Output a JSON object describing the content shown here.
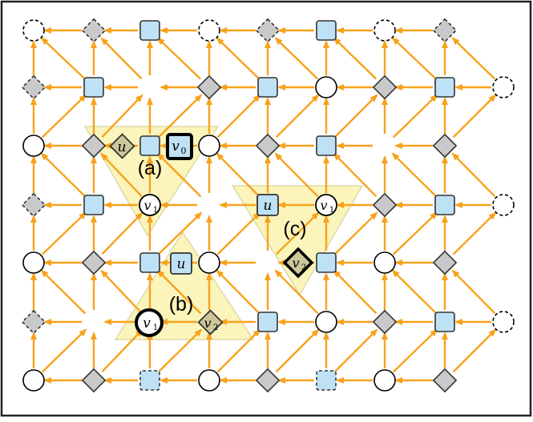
{
  "colors": {
    "arrow": "#f7a21b",
    "square_fill": "#bfe1f5",
    "diamond_fill": "#c9c9c9",
    "circle_fill": "#ffffff",
    "region_fill": "#fbf3b0",
    "region_stroke": "#d9d39a",
    "highlight_diamond": "#ccc69a",
    "border": "#222222"
  },
  "nodes": {
    "columns": [
      42,
      117,
      187,
      261,
      334,
      407,
      480,
      555,
      628
    ],
    "rows": [
      38,
      109,
      182,
      256,
      328,
      402,
      475
    ],
    "types": [
      [
        "cd",
        "dd",
        "s",
        "cd",
        "dd",
        "s",
        "cd",
        "dd",
        "-"
      ],
      [
        "dd",
        "s",
        "c",
        "d",
        "s",
        "c",
        "d",
        "s",
        "cd"
      ],
      [
        "c",
        "d",
        "s",
        "c",
        "d",
        "s",
        "c",
        "d",
        "-"
      ],
      [
        "dd",
        "s",
        "c",
        "d",
        "s",
        "c",
        "d",
        "s",
        "cd"
      ],
      [
        "c",
        "d",
        "s",
        "c",
        "d",
        "s",
        "c",
        "d",
        "-"
      ],
      [
        "dd",
        "s",
        "c",
        "d",
        "s",
        "c",
        "d",
        "s",
        "cd"
      ],
      [
        "c",
        "d",
        "sd",
        "c",
        "d",
        "sd",
        "c",
        "d",
        "-"
      ]
    ]
  },
  "regions": {
    "a": {
      "label": "(a)",
      "u": "u",
      "v0": "v",
      "v0_sub": "0",
      "v1": "v",
      "v1_sub": "1"
    },
    "b": {
      "label": "(b)",
      "u": "u",
      "v1": "v",
      "v1_sub": "1",
      "v2": "v",
      "v2_sub": "2"
    },
    "c": {
      "label": "(c)",
      "u": "u",
      "v1": "v",
      "v1_sub": "1",
      "v2": "v",
      "v2_sub": "2"
    }
  }
}
